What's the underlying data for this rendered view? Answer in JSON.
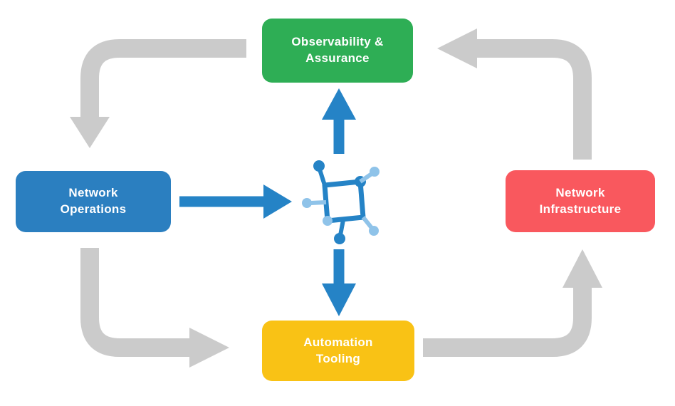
{
  "diagram": {
    "type": "cycle-flow-diagram",
    "nodes": [
      {
        "id": "observability",
        "label": "Observability & Assurance",
        "color": "#2eae55"
      },
      {
        "id": "operations",
        "label": "Network Operations",
        "color": "#2b7fc0"
      },
      {
        "id": "infrastructure",
        "label": "Network Infrastructure",
        "color": "#f9585e"
      },
      {
        "id": "automation",
        "label": "Automation Tooling",
        "color": "#f9c215"
      }
    ],
    "center_icon": "network-mesh-icon",
    "colors": {
      "cycle_arrow": "#cbcbcb",
      "flow_arrow": "#2583c6",
      "icon_dark_blue": "#2583c6",
      "icon_light_blue": "#8fc3e9",
      "node_text": "#ffffff",
      "background": "#ffffff"
    },
    "edges": [
      {
        "from": "observability",
        "to": "operations",
        "style": "gray-corner"
      },
      {
        "from": "operations",
        "to": "automation",
        "style": "gray-corner"
      },
      {
        "from": "automation",
        "to": "infrastructure",
        "style": "gray-corner"
      },
      {
        "from": "infrastructure",
        "to": "observability",
        "style": "gray-corner"
      },
      {
        "from": "operations",
        "to": "center-icon",
        "style": "blue-straight"
      },
      {
        "from": "center-icon",
        "to": "observability",
        "style": "blue-straight"
      },
      {
        "from": "center-icon",
        "to": "automation",
        "style": "blue-straight"
      }
    ]
  }
}
